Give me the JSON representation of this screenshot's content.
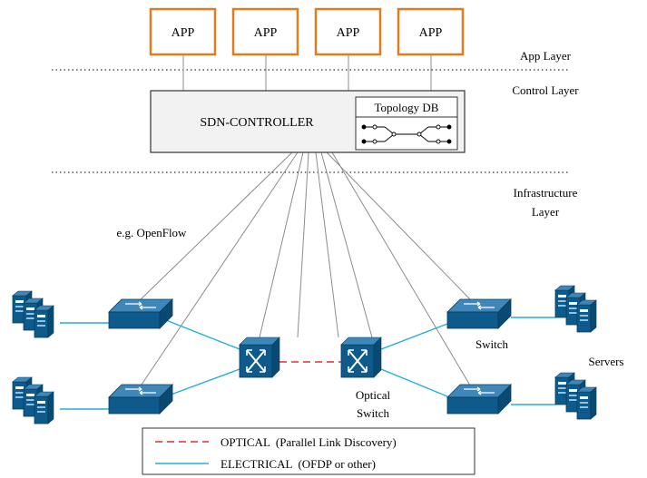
{
  "apps": [
    {
      "label": "APP"
    },
    {
      "label": "APP"
    },
    {
      "label": "APP"
    },
    {
      "label": "APP"
    }
  ],
  "layers": {
    "app": "App Layer",
    "control": "Control Layer",
    "infrastructure_line1": "Infrastructure",
    "infrastructure_line2": "Layer"
  },
  "controller": {
    "label": "SDN-CONTROLLER",
    "topology_label": "Topology DB"
  },
  "protocol_label": "e.g. OpenFlow",
  "labels": {
    "switch": "Switch",
    "servers": "Servers",
    "optical_switch_line1": "Optical",
    "optical_switch_line2": "Switch"
  },
  "legend": {
    "optical": "OPTICAL  (Parallel Link Discovery)",
    "electrical": "ELECTRICAL  (OFDP or other)"
  },
  "colors": {
    "app_border": "#e07b20",
    "optical_link": "#e03030",
    "electrical_link": "#1fb0d8",
    "device_fill": "#0e5a8a",
    "control_link": "#8c8c8c"
  }
}
